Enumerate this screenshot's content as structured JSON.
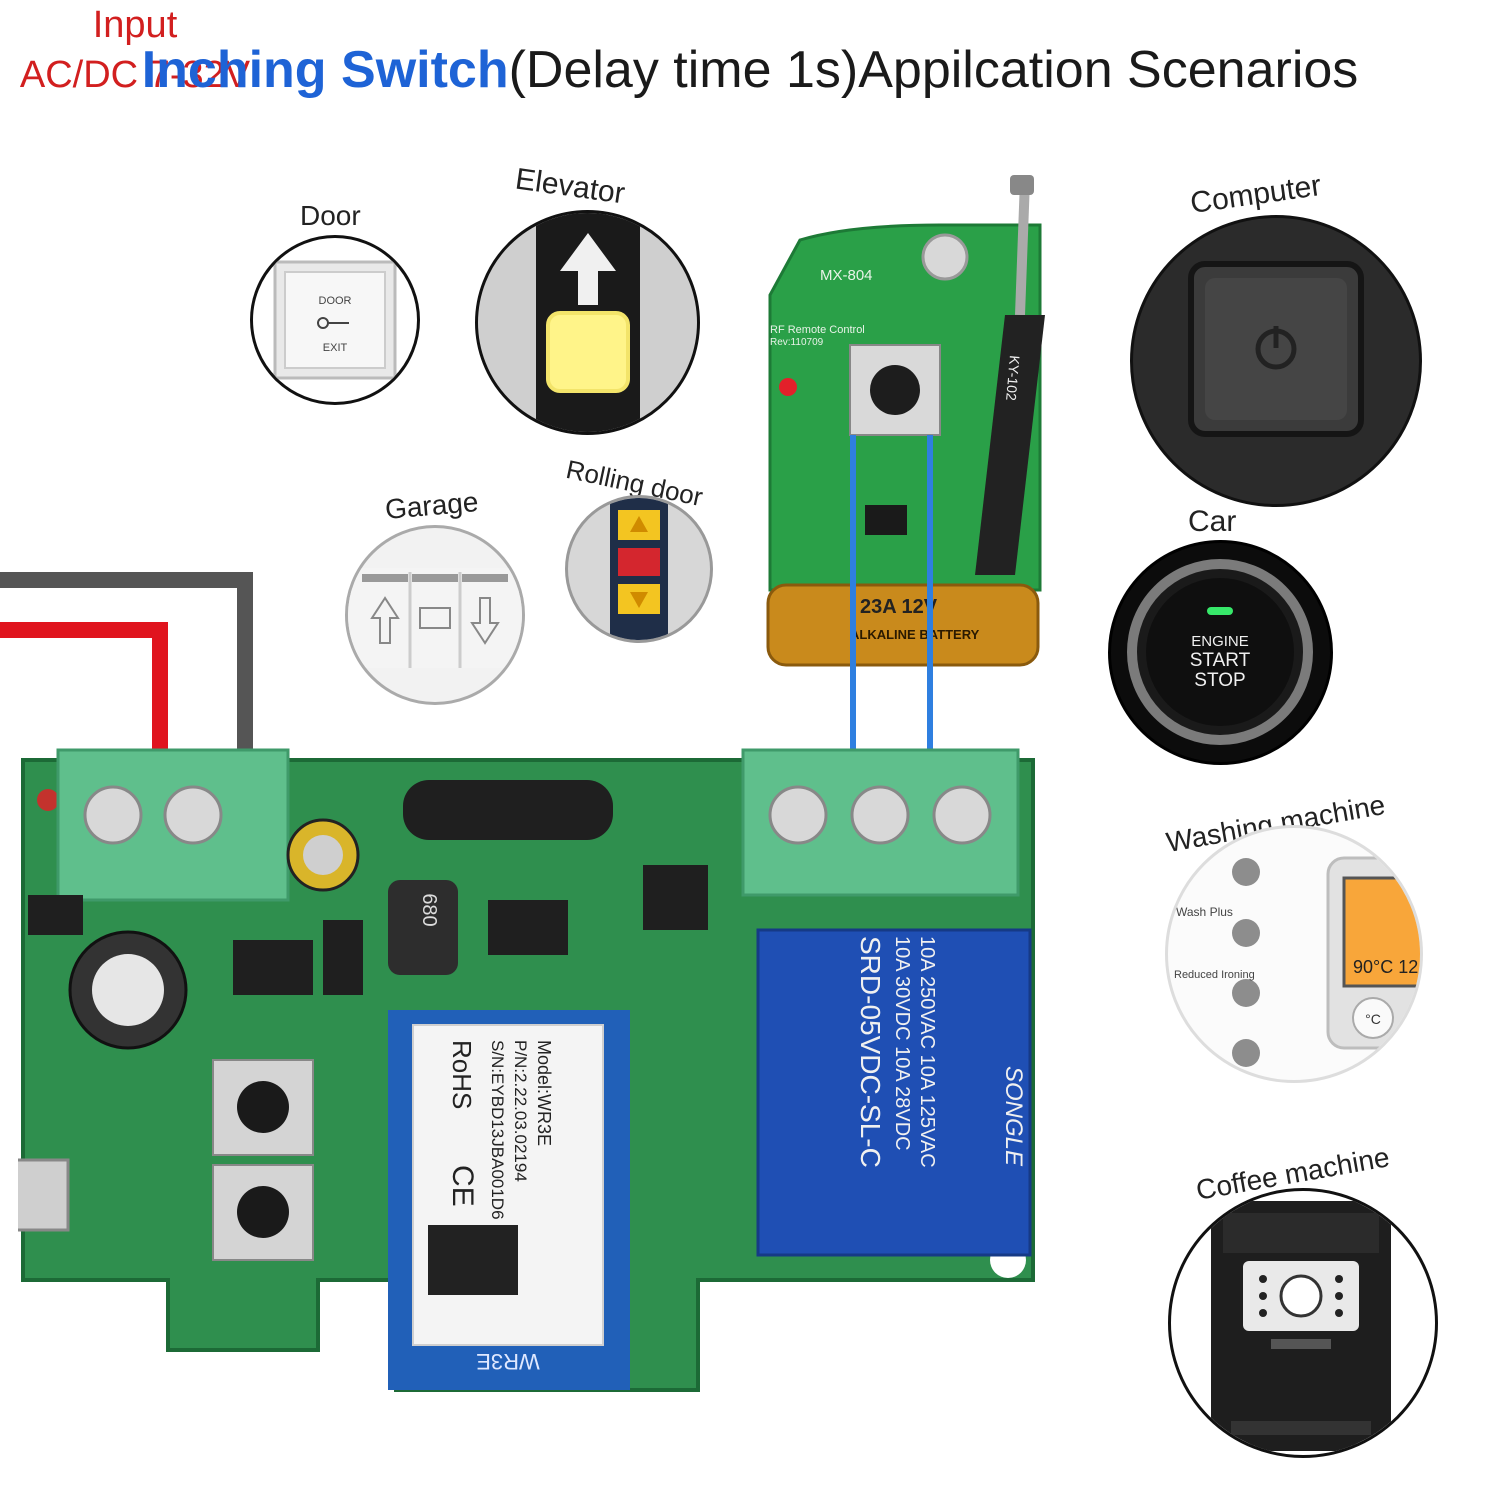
{
  "title": {
    "accent": "Inching Switch",
    "rest": "(Delay time 1s)Appilcation Scenarios"
  },
  "input": {
    "line1": "Input",
    "line2": "AC/DC 7-32V"
  },
  "scenarios": {
    "door": "Door",
    "elevator": "Elevator",
    "garage": "Garage",
    "rolling_door": "Rolling door",
    "computer": "Computer",
    "car": "Car",
    "washing_machine": "Washing machine",
    "coffee_machine": "Coffee machine"
  },
  "door_button": {
    "top": "DOOR",
    "bottom": "EXIT"
  },
  "car_button": {
    "line1": "ENGINE",
    "line2": "START",
    "line3": "STOP"
  },
  "washer_panel": {
    "option1": "Wash Plus",
    "option2": "Reduced Ironing",
    "display": "90°C 12",
    "temp_button": "°C"
  },
  "remote": {
    "model": "MX-804",
    "line1": "RF  Remote Control",
    "line2": "Rev:110709",
    "battery": "23A  12V",
    "battery_sub": "ALKALINE BATTERY",
    "antenna_text": "KY-102"
  },
  "module": {
    "model": "Model:WR3E",
    "pn": "P/N:2.22.03.02194",
    "sn": "S/N:EYBD13JBA001D6",
    "rohs": "RoHS",
    "ce": "CE",
    "name": "WR3E",
    "inductor": "680"
  },
  "relay": {
    "line1": "10A 250VAC  10A 125VAC",
    "line2": "10A 30VDC  10A 28VDC",
    "line3": "SRD-05VDC-SL-C",
    "brand": "SONGLE"
  },
  "colors": {
    "accent": "#1e63d6",
    "input_red": "#d21f1f",
    "pcb": "#2f8f4e",
    "terminal": "#5fbf8c",
    "relay": "#1f4fb4",
    "wire_blue": "#2f7fe0"
  }
}
